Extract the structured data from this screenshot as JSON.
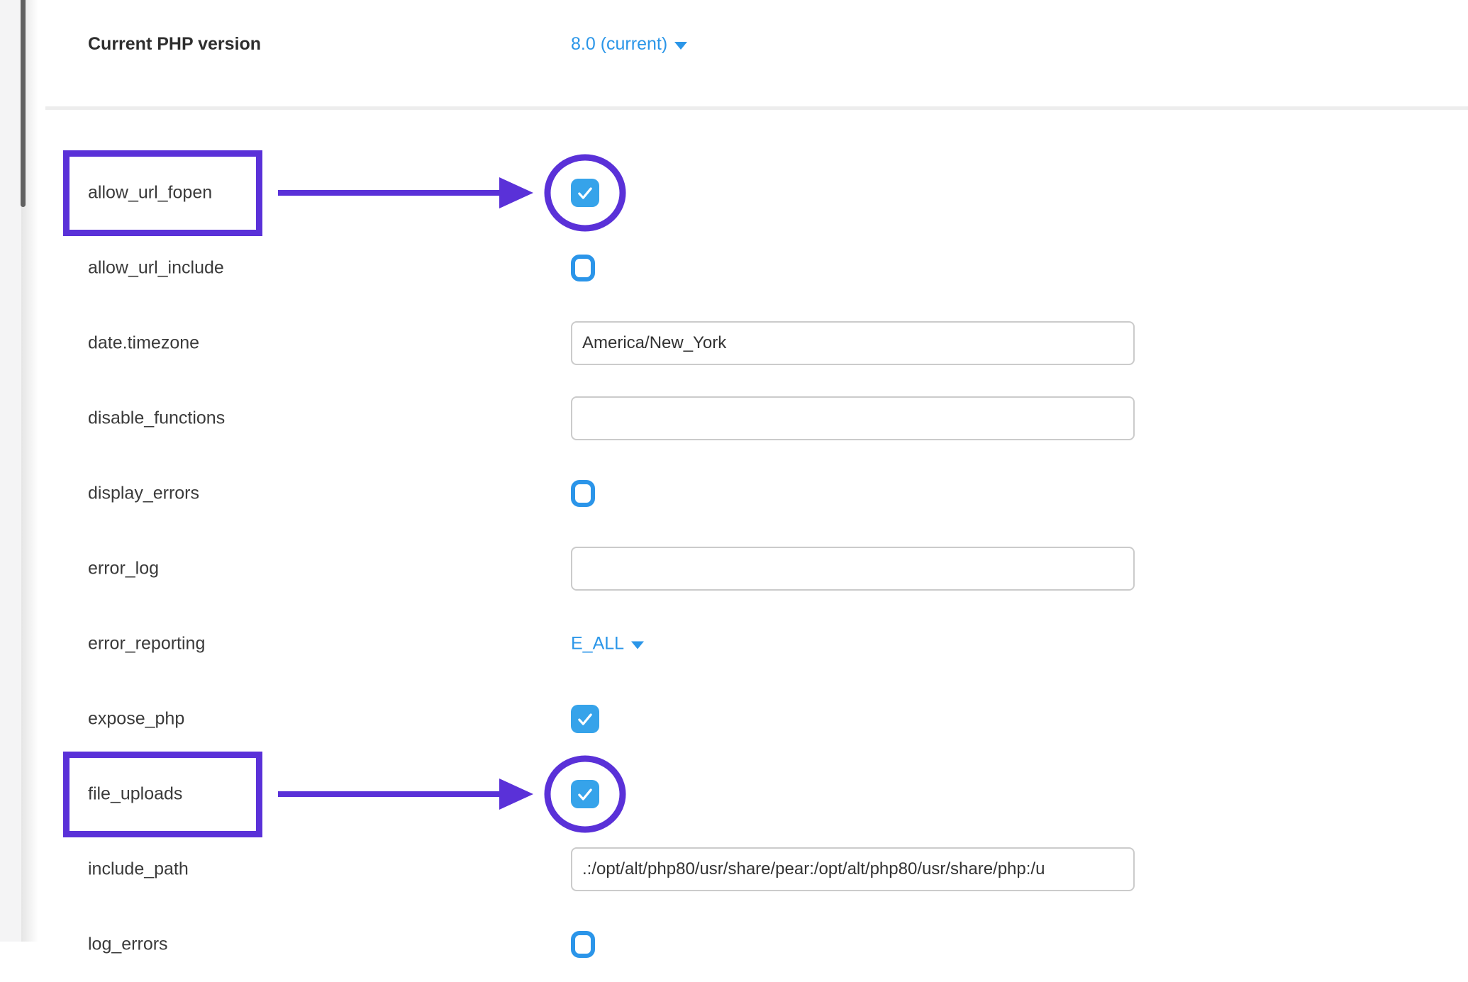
{
  "colors": {
    "accent_purple": "#5a31d8",
    "checkbox_blue_fill": "#36a3ea",
    "checkbox_blue_border": "#2b95e9",
    "link_blue": "#2b96e8",
    "divider_gray": "#ededed",
    "rail_gray": "#f4f4f5",
    "label_text": "#3a3a3a"
  },
  "header": {
    "label": "Current PHP version",
    "value": "8.0 (current)"
  },
  "settings": [
    {
      "label": "allow_url_fopen",
      "control": "checkbox",
      "checked": true,
      "annotated": true
    },
    {
      "label": "allow_url_include",
      "control": "checkbox",
      "checked": false,
      "annotated": false
    },
    {
      "label": "date.timezone",
      "control": "text",
      "value": "America/New_York"
    },
    {
      "label": "disable_functions",
      "control": "text",
      "value": ""
    },
    {
      "label": "display_errors",
      "control": "checkbox",
      "checked": false,
      "annotated": false
    },
    {
      "label": "error_log",
      "control": "text",
      "value": ""
    },
    {
      "label": "error_reporting",
      "control": "dropdown",
      "value": "E_ALL"
    },
    {
      "label": "expose_php",
      "control": "checkbox",
      "checked": true,
      "annotated": false
    },
    {
      "label": "file_uploads",
      "control": "checkbox",
      "checked": true,
      "annotated": true
    },
    {
      "label": "include_path",
      "control": "text",
      "value": ".:/opt/alt/php80/usr/share/pear:/opt/alt/php80/usr/share/php:/u"
    },
    {
      "label": "log_errors",
      "control": "checkbox",
      "checked": false,
      "annotated": false,
      "partial": true
    }
  ]
}
